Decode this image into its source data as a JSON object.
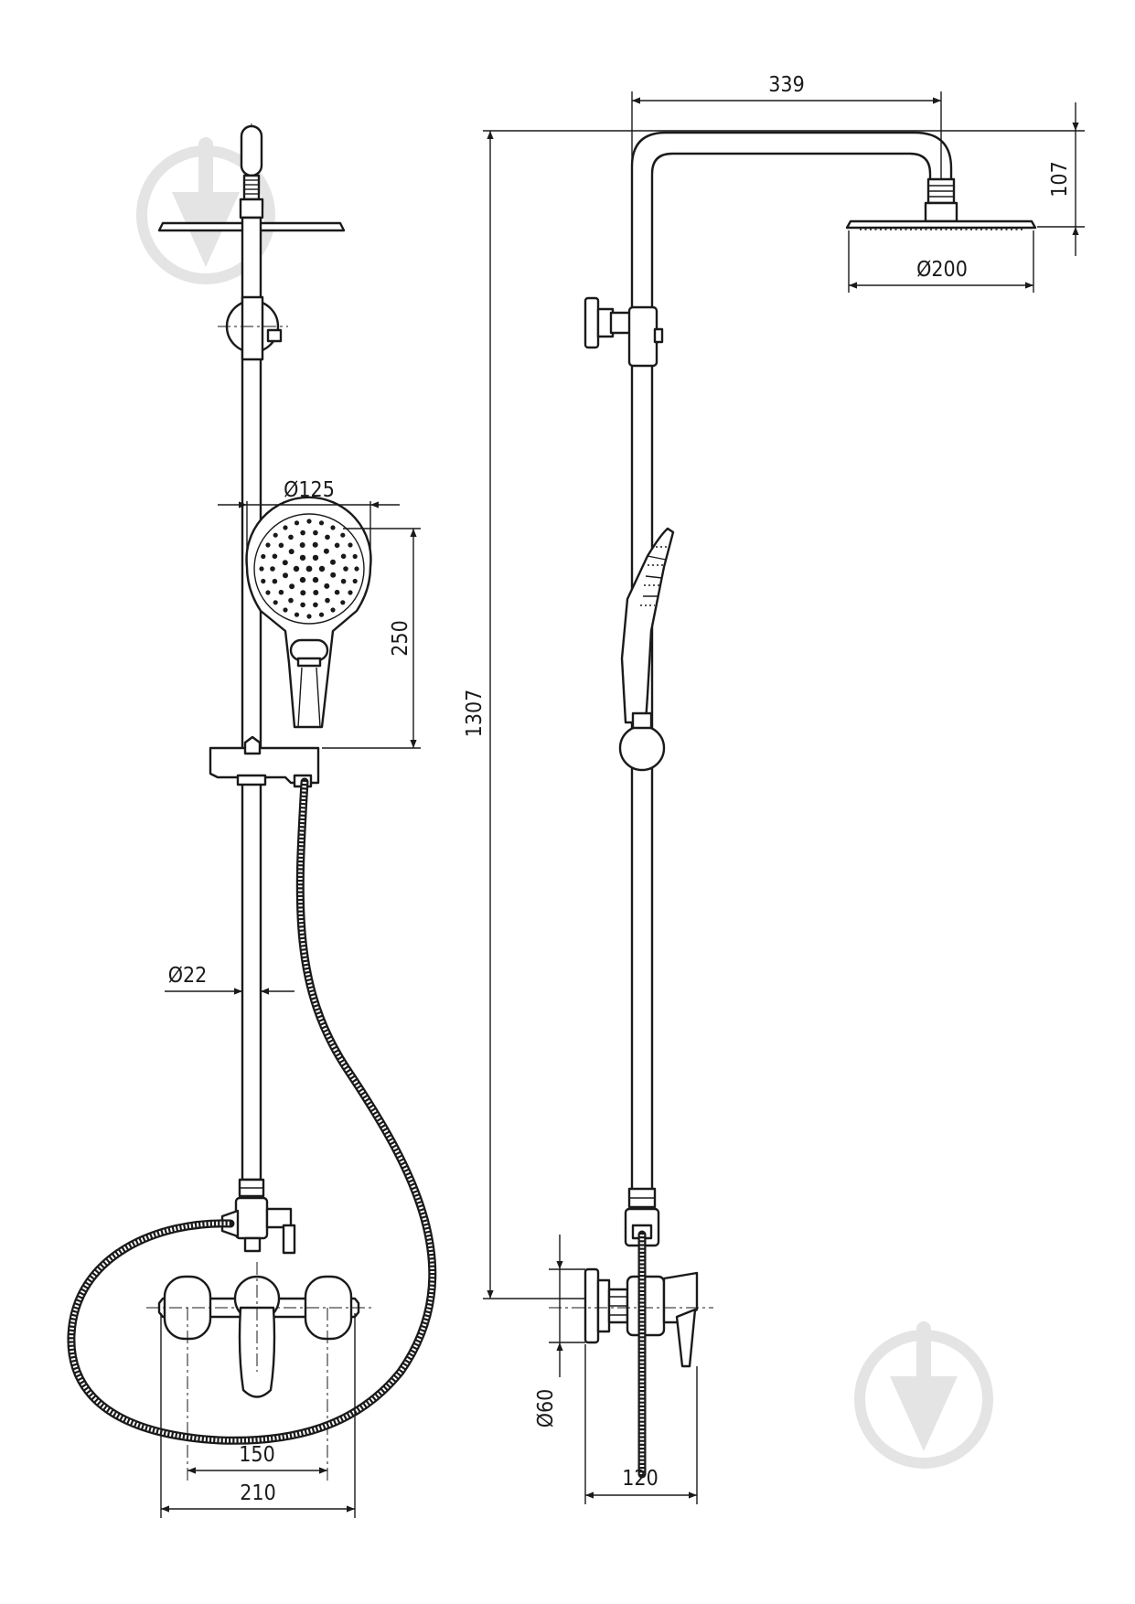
{
  "dimensions": {
    "hand_shower_diameter": "Ø125",
    "hand_shower_length": "250",
    "rail_diameter": "Ø22",
    "connection_spacing": "150",
    "mixer_width": "210",
    "total_height": "1307",
    "arm_reach": "339",
    "arm_drop": "107",
    "overhead_shower_diameter": "Ø200",
    "wall_flange_diameter": "Ø60",
    "wall_projection": "120"
  }
}
